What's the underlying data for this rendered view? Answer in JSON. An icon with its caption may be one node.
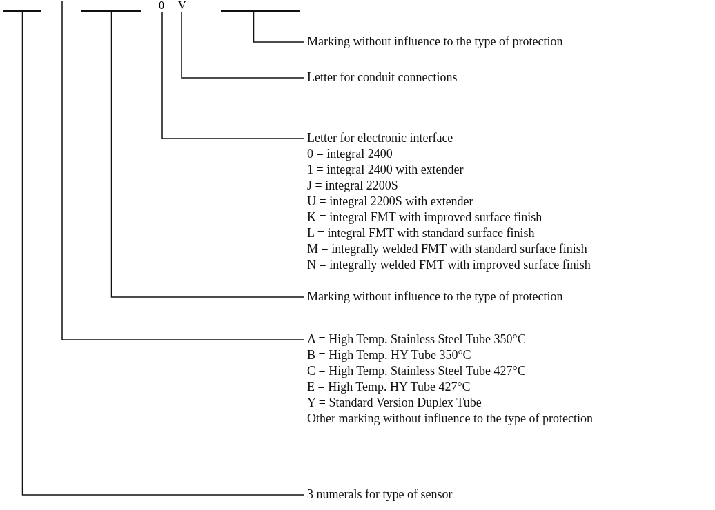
{
  "diagram": {
    "nodes": [
      {
        "text": [],
        "shape": "bar"
      },
      {
        "text": [],
        "shape": "bar"
      },
      {
        "text": [
          "0"
        ]
      },
      {
        "text": [
          "V"
        ]
      },
      {
        "text": [],
        "shape": "bar"
      },
      {
        "text": [
          "Marking without influence to the type of protection"
        ]
      },
      {
        "text": [
          "Letter for conduit connections"
        ]
      },
      {
        "text": [
          "Letter for electronic interface",
          "0 = integral 2400",
          "1 = integral 2400 with extender",
          "J = integral 2200S",
          "U = integral 2200S with extender",
          "K = integral FMT with improved surface finish",
          "L = integral FMT with standard surface finish",
          "M = integrally welded FMT with standard surface finish",
          "N = integrally welded FMT with improved surface finish"
        ]
      },
      {
        "text": [
          "Marking without influence to the type of protection"
        ]
      },
      {
        "text": [
          "A = High Temp. Stainless Steel Tube 350°C",
          "B = High Temp. HY Tube 350°C",
          "C = High Temp. Stainless Steel Tube 427°C",
          "E = High Temp. HY Tube 427°C",
          "Y = Standard Version Duplex Tube",
          "Other marking without influence to the type of protection"
        ]
      },
      {
        "text": [
          "3 numerals for type of sensor"
        ]
      }
    ],
    "edges": [
      {
        "from": 5,
        "to": 4,
        "arrow": "none"
      },
      {
        "from": 6,
        "to": 3,
        "arrow": "none"
      },
      {
        "from": 7,
        "to": 2,
        "arrow": "none"
      },
      {
        "from": 8,
        "to": 1,
        "arrow": "none"
      },
      {
        "from": 9,
        "to": null,
        "arrow": "none"
      },
      {
        "from": 10,
        "to": 0,
        "arrow": "none"
      }
    ]
  }
}
